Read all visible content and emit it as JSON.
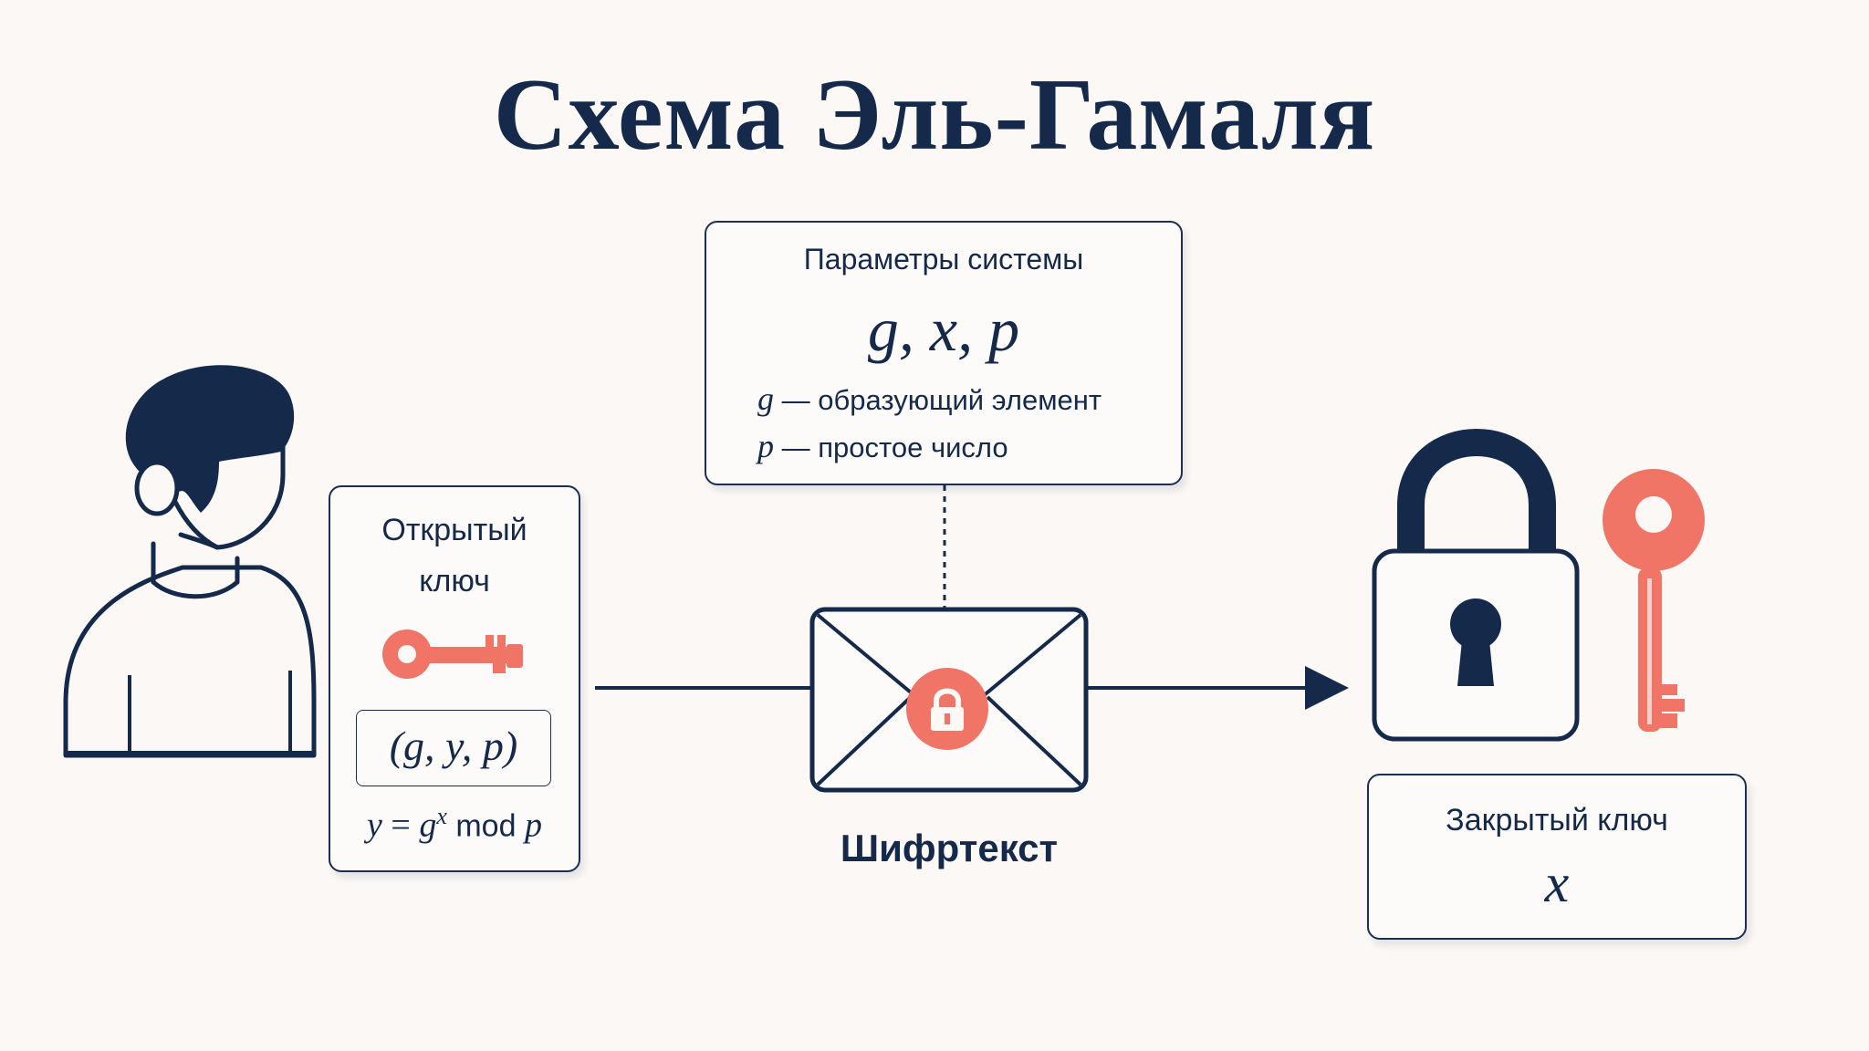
{
  "title": "Схема Эль-Гамаля",
  "system_params": {
    "heading": "Параметры системы",
    "formula": "g, x, p",
    "g_sym": "g",
    "g_desc": "— образующий элемент",
    "p_sym": "p",
    "p_desc": "— простое число"
  },
  "public_key": {
    "heading_line1": "Открытый",
    "heading_line2": "ключ",
    "tuple": "(g, y, p)",
    "eq_y": "y",
    "eq_eq": "=",
    "eq_g": "g",
    "eq_x": "x",
    "eq_mod": "mod",
    "eq_p": "p"
  },
  "ciphertext": {
    "label": "Шифртекст"
  },
  "private_key": {
    "heading": "Закрытый ключ",
    "value": "x"
  },
  "colors": {
    "navy": "#15294a",
    "coral": "#f07566",
    "background": "#fbf8f5"
  },
  "icons": [
    "person-icon",
    "public-key-icon",
    "envelope-icon",
    "lock-badge-icon",
    "padlock-icon",
    "private-key-icon"
  ]
}
